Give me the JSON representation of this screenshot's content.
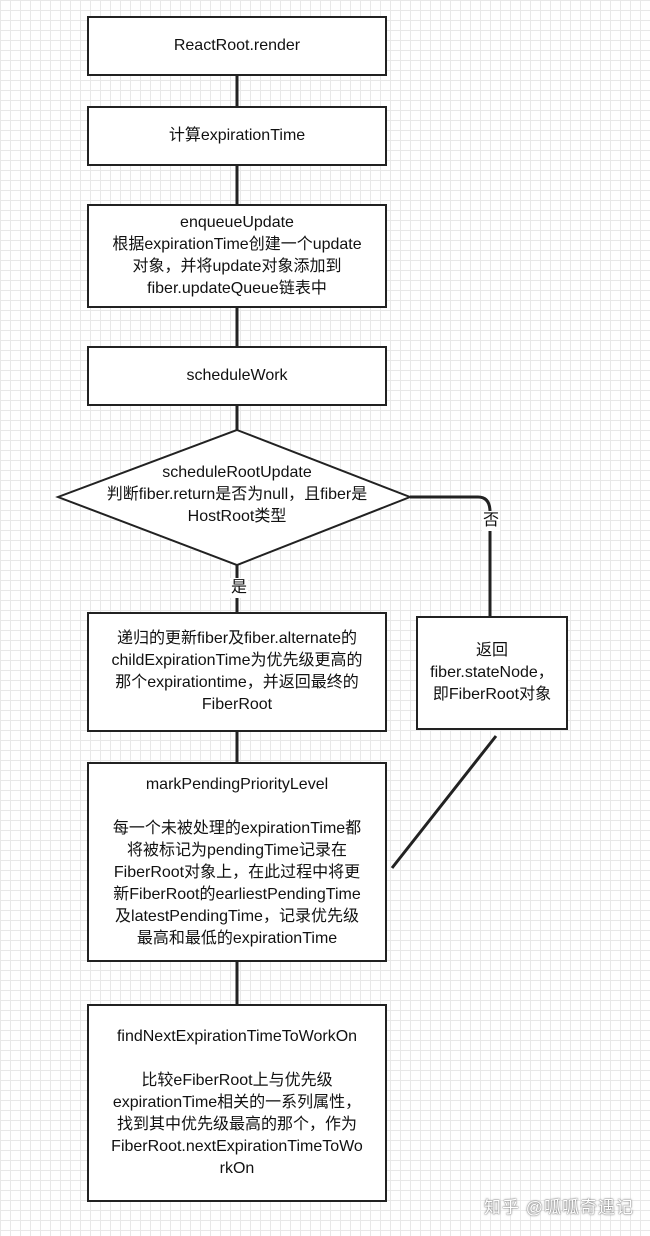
{
  "steps": {
    "render": "ReactRoot.render",
    "calc": "计算expirationTime",
    "enqueue": {
      "title": "enqueueUpdate",
      "lines": [
        "根据expirationTime创建一个update",
        "对象，并将update对象添加到",
        "fiber.updateQueue链表中"
      ]
    },
    "schedule": "scheduleWork",
    "decision": {
      "title": "scheduleRootUpdate",
      "lines": [
        "判断fiber.return是否为null，且fiber是",
        "HostRoot类型"
      ]
    },
    "yes_label": "是",
    "no_label": "否",
    "recursive": {
      "lines": [
        "递归的更新fiber及fiber.alternate的",
        "childExpirationTime为优先级更高的",
        "那个expirationtime，并返回最终的",
        "FiberRoot"
      ]
    },
    "return_box": {
      "lines": [
        "返回",
        "fiber.stateNode，",
        "即FiberRoot对象"
      ]
    },
    "mark": {
      "title": "markPendingPriorityLevel",
      "lines": [
        "每一个未被处理的expirationTime都",
        "将被标记为pendingTime记录在",
        "FiberRoot对象上，在此过程中将更",
        "新FiberRoot的earliestPendingTime",
        "及latestPendingTime，记录优先级",
        "最高和最低的expirationTime"
      ]
    },
    "find": {
      "title": "findNextExpirationTimeToWorkOn",
      "lines": [
        "比较eFiberRoot上与优先级",
        "expirationTime相关的一系列属性，",
        "找到其中优先级最高的那个，作为",
        "FiberRoot.nextExpirationTimeToWo",
        "rkOn"
      ]
    }
  },
  "watermark": "知乎 @呱呱奇遇记",
  "colors": {
    "stroke": "#222222",
    "grid": "#e8e8e8",
    "fill": "#ffffff"
  }
}
